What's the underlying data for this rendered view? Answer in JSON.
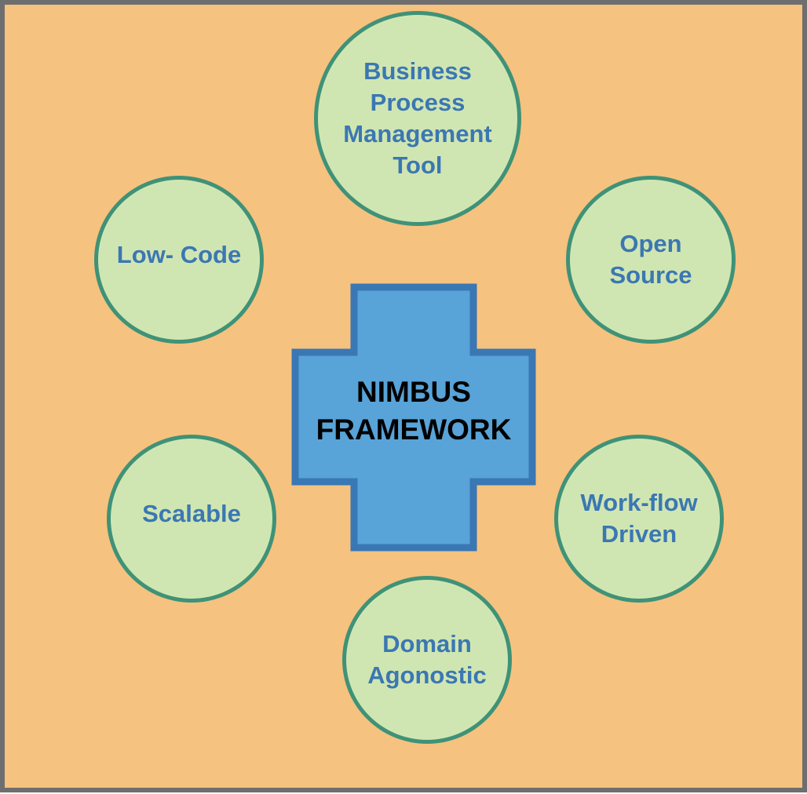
{
  "center": {
    "label": "NIMBUS\nFRAMEWORK"
  },
  "nodes": {
    "bpm": "Business\nProcess\nManagement\nTool",
    "low_code": "Low- Code",
    "open_source": "Open\nSource",
    "scalable": "Scalable",
    "workflow": "Work-flow\nDriven",
    "domain": "Domain\nAgonostic"
  },
  "colors": {
    "background": "#f6c27f",
    "frame_border": "#6e6e6e",
    "bubble_fill": "#d0e6b2",
    "bubble_border": "#3f9277",
    "bubble_text": "#3b77b2",
    "cross_fill": "#58a3d8",
    "cross_border": "#3a77b5",
    "center_text": "#000000"
  }
}
